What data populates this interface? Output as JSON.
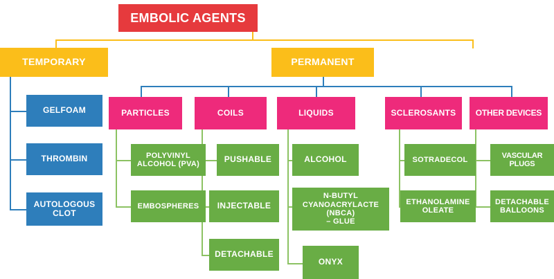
{
  "diagram": {
    "title": "EMBOLIC AGENTS",
    "type": "hierarchical-tree",
    "colors": {
      "root": "#e63a3d",
      "category": "#fbbe1a",
      "temporary_item": "#2e7ebb",
      "permanent_group": "#ee2a7b",
      "leaf": "#69ad45",
      "connector_yellow": "#fbbe1a",
      "connector_blue": "#2e7ebb",
      "connector_green": "#8cc263",
      "background": "#ffffff",
      "text": "#ffffff"
    },
    "root": {
      "label": "EMBOLIC AGENTS"
    },
    "branches": [
      {
        "label": "TEMPORARY",
        "children": [
          {
            "label": "GELFOAM"
          },
          {
            "label": "THROMBIN"
          },
          {
            "label": "AUTOLOGOUS\nCLOT"
          }
        ]
      },
      {
        "label": "PERMANENT",
        "groups": [
          {
            "label": "PARTICLES",
            "items": [
              {
                "label": "POLYVINYL\nALCOHOL (PVA)"
              },
              {
                "label": "EMBOSPHERES"
              }
            ]
          },
          {
            "label": "COILS",
            "items": [
              {
                "label": "PUSHABLE"
              },
              {
                "label": "INJECTABLE"
              },
              {
                "label": "DETACHABLE"
              }
            ]
          },
          {
            "label": "LIQUIDS",
            "items": [
              {
                "label": "ALCOHOL"
              },
              {
                "label": "N-BUTYL\nCYANOACRYLACTE\n(NBCA)\n– GLUE"
              },
              {
                "label": "ONYX"
              }
            ]
          },
          {
            "label": "SCLEROSANTS",
            "items": [
              {
                "label": "SOTRADECOL"
              },
              {
                "label": "ETHANOLAMINE\nOLEATE"
              }
            ]
          },
          {
            "label": "OTHER DEVICES",
            "items": [
              {
                "label": "VASCULAR PLUGS"
              },
              {
                "label": "DETACHABLE\nBALLOONS"
              }
            ]
          }
        ]
      }
    ]
  }
}
